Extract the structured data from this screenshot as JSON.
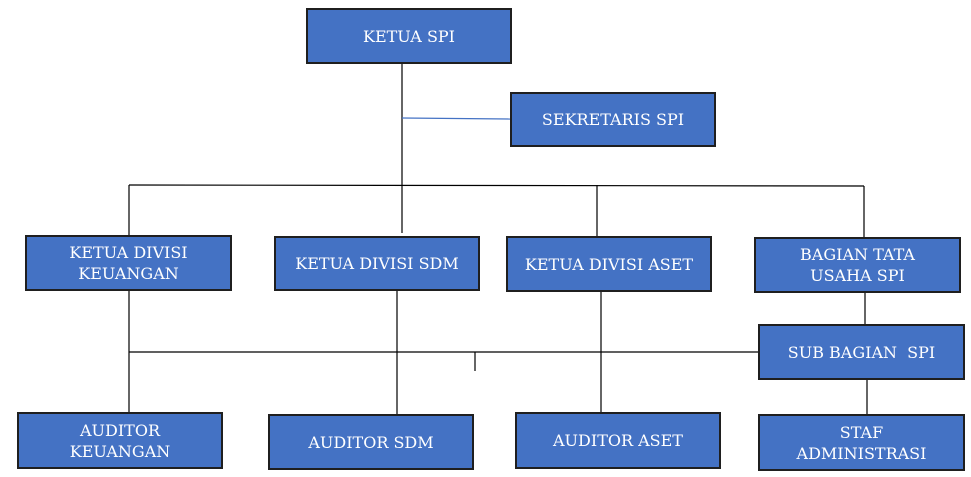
{
  "colors": {
    "box_fill": "#4472C4",
    "box_border": "#1F1F1F",
    "text": "#FFFFFF",
    "connector": "#000000",
    "secretary_connector": "#4472C4"
  },
  "nodes": {
    "ketua_spi": "KETUA SPI",
    "sekretaris_spi": "SEKRETARIS SPI",
    "divisi_keuangan": "KETUA DIVISI KEUANGAN",
    "divisi_sdm": "KETUA DIVISI SDM",
    "divisi_aset": "KETUA DIVISI ASET",
    "tata_usaha": "BAGIAN TATA USAHA SPI",
    "sub_bagian": "SUB BAGIAN  SPI",
    "auditor_keuangan": "AUDITOR KEUANGAN",
    "auditor_sdm": "AUDITOR SDM",
    "auditor_aset": "AUDITOR ASET",
    "staf_administrasi": "STAF ADMINISTRASI"
  }
}
